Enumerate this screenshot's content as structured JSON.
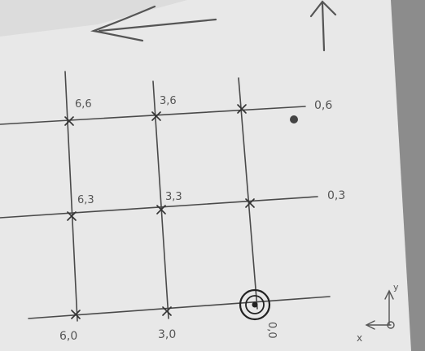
{
  "labels": {
    "top_left": "6,6",
    "top_mid": "3,6",
    "top_right": "0,6",
    "mid_left": "6,3",
    "mid_mid": "3,3",
    "mid_right": "0,3",
    "bottom_left": "6,0",
    "bottom_mid": "3,0",
    "bottom_right": "0,0",
    "axis_y": "y",
    "axis_x": "x"
  },
  "colors": {
    "paper": "#e6e6e6",
    "ink": "#4a4a4a",
    "shadow": "#9a9a9a"
  },
  "markers": {
    "dot": "filled-circle",
    "origin": "double-circle"
  }
}
